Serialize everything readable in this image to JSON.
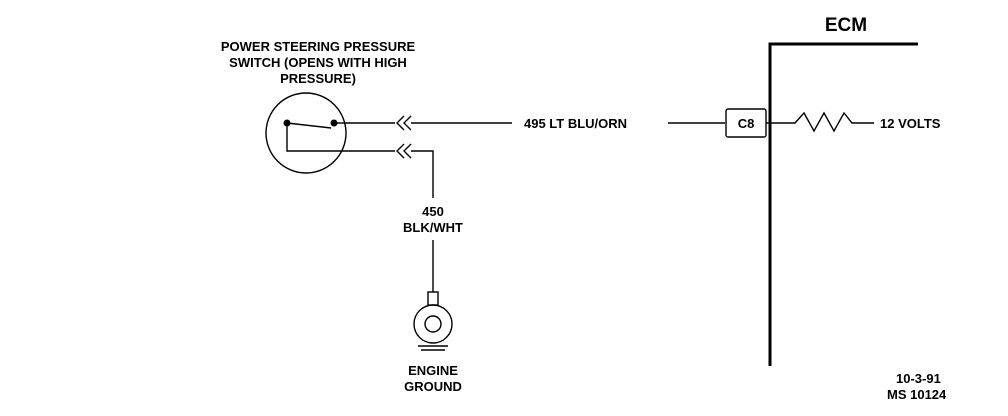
{
  "switch_label": [
    "POWER STEERING PRESSURE",
    "SWITCH (OPENS WITH HIGH",
    "PRESSURE)"
  ],
  "wire_top_label": "495  LT BLU/ORN",
  "wire_bottom_label": [
    "450",
    "BLK/WHT"
  ],
  "ground_label": [
    "ENGINE",
    "GROUND"
  ],
  "ecm_title": "ECM",
  "pin_label": "C8",
  "voltage_label": "12 VOLTS",
  "footer": [
    "10-3-91",
    "MS 10124"
  ]
}
